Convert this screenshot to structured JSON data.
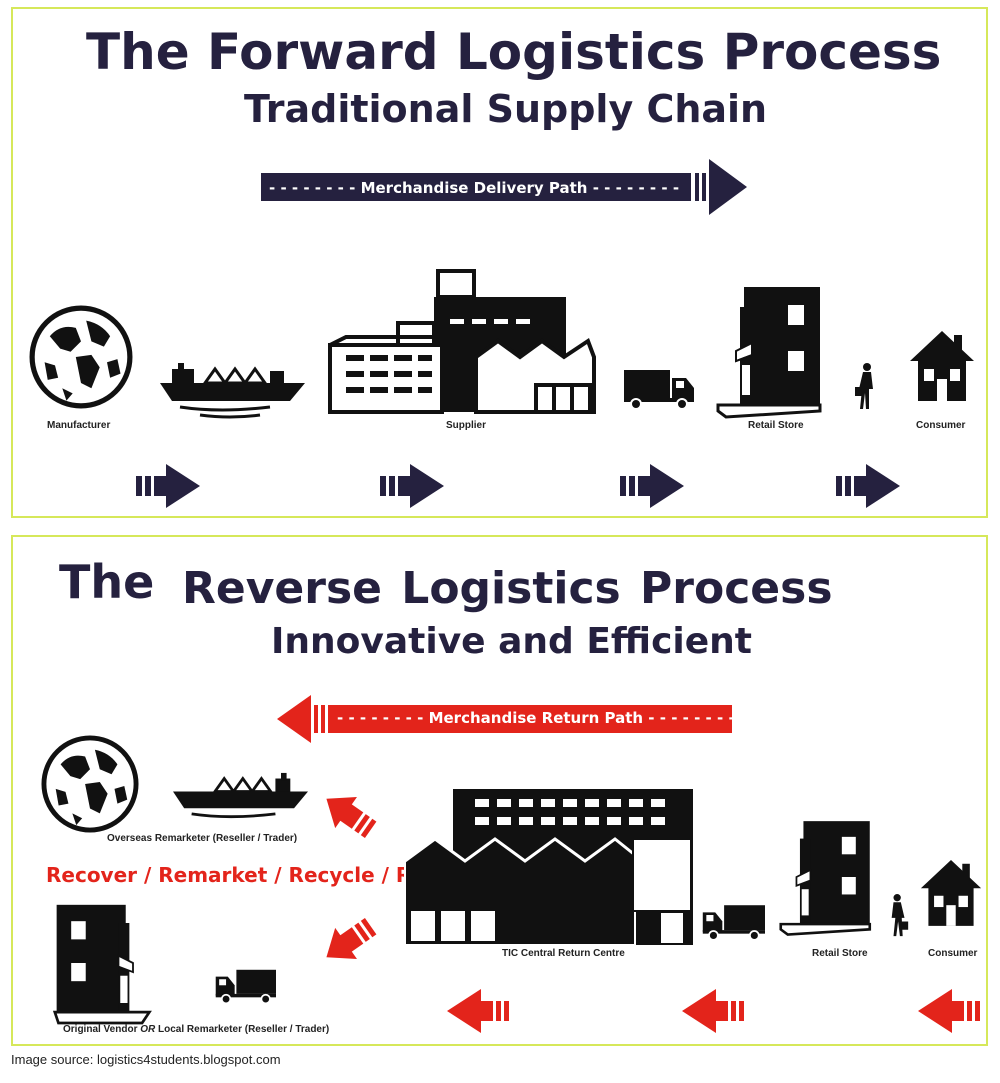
{
  "forward": {
    "title": "The Forward Logistics Process",
    "subtitle": "Traditional Supply Chain",
    "path_label": "- - - - - - - -  Merchandise Delivery Path  - - - - - - - -",
    "nodes": [
      "Manufacturer",
      "Supplier",
      "Retail Store",
      "Consumer"
    ],
    "arrow_color": "#25213f"
  },
  "reverse": {
    "title_the": "The",
    "title_rest": "Reverse Logistics  Process",
    "subtitle": "Innovative and Efficient",
    "path_label": "- - - - - - - -  Merchandise Return Path  - - - - - - - -",
    "overseas_label": "Overseas Remarketer (Reseller / Trader)",
    "recover_text": "Recover / Remarket / Recycle / Reuse",
    "vendor_label_pre": "Original Vendor ",
    "vendor_label_or": "OR",
    "vendor_label_post": " Local Remarketer (Reseller / Trader)",
    "centre_label": "TIC Central Return Centre",
    "retail_label": "Retail Store",
    "consumer_label": "Consumer",
    "arrow_color": "#e3241b"
  },
  "credit": "Image source: logistics4students.blogspot.com",
  "icons": [
    "globe-icon",
    "ship-icon",
    "factory-icon",
    "truck-icon",
    "store-icon",
    "shopper-icon",
    "house-icon"
  ]
}
